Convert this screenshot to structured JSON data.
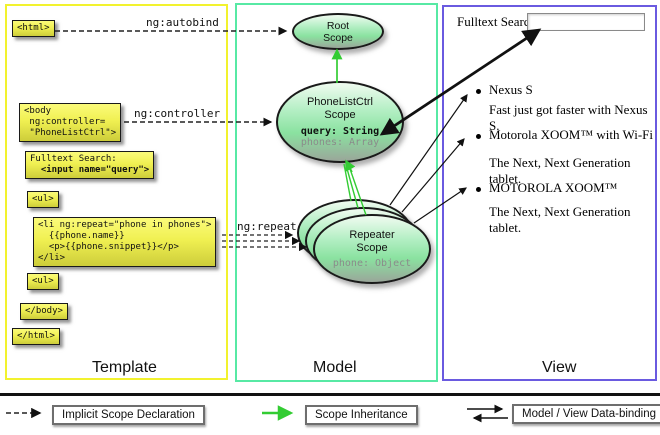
{
  "panels": {
    "template": {
      "label": "Template"
    },
    "model": {
      "label": "Model"
    },
    "view": {
      "label": "View"
    }
  },
  "annotations": {
    "ng_autobind": "ng:autobind",
    "ng_controller": "ng:controller",
    "ng_repeat": "ng:repeat"
  },
  "template": {
    "html_open": "<html>",
    "body_open": "<body\n ng:controller=\n \"PhoneListCtrl\">",
    "fulltext_label": "Fulltext Search:",
    "fulltext_input": "  <input name=\"query\">",
    "ul_open_1": "<ul>",
    "li_repeat": "<li ng:repeat=\"phone in phones\">\n  {{phone.name}}\n  <p>{{phone.snippet}}</p>\n</li>",
    "ul_open_2": "<ul>",
    "body_close": "</body>",
    "html_close": "</html>"
  },
  "model": {
    "root_scope": {
      "title": "Root\nScope"
    },
    "phonelist_scope": {
      "title": "PhoneListCtrl\nScope",
      "prop_bold": "query: String",
      "prop_gray": "phones: Array"
    },
    "repeater_scope": {
      "title": "Repeater\nScope",
      "prop_gray": "phone: Object"
    }
  },
  "view": {
    "fulltext_label": "Fulltext Search:",
    "search_value": "",
    "items": [
      {
        "name": "Nexus S",
        "snippet": "Fast just got faster with Nexus S."
      },
      {
        "name": "Motorola XOOM™  with Wi-Fi",
        "snippet": "The Next, Next Generation tablet."
      },
      {
        "name": "MOTOROLA XOOM™",
        "snippet": "The Next, Next Generation tablet."
      }
    ]
  },
  "legend": [
    {
      "label": "Implicit Scope Declaration",
      "arrow": "dashed-black"
    },
    {
      "label": "Scope Inheritance",
      "arrow": "solid-green"
    },
    {
      "label": "Model / View Data-binding",
      "arrow": "double-black"
    }
  ],
  "colors": {
    "template_border": "#f2f22e",
    "model_border": "#57e9a4",
    "view_border": "#6a5ae0",
    "inheritance_green": "#33cc33",
    "arrow_black": "#111111",
    "code_box_yellow": "#f0f052",
    "scope_green": "#8ae2a0"
  }
}
